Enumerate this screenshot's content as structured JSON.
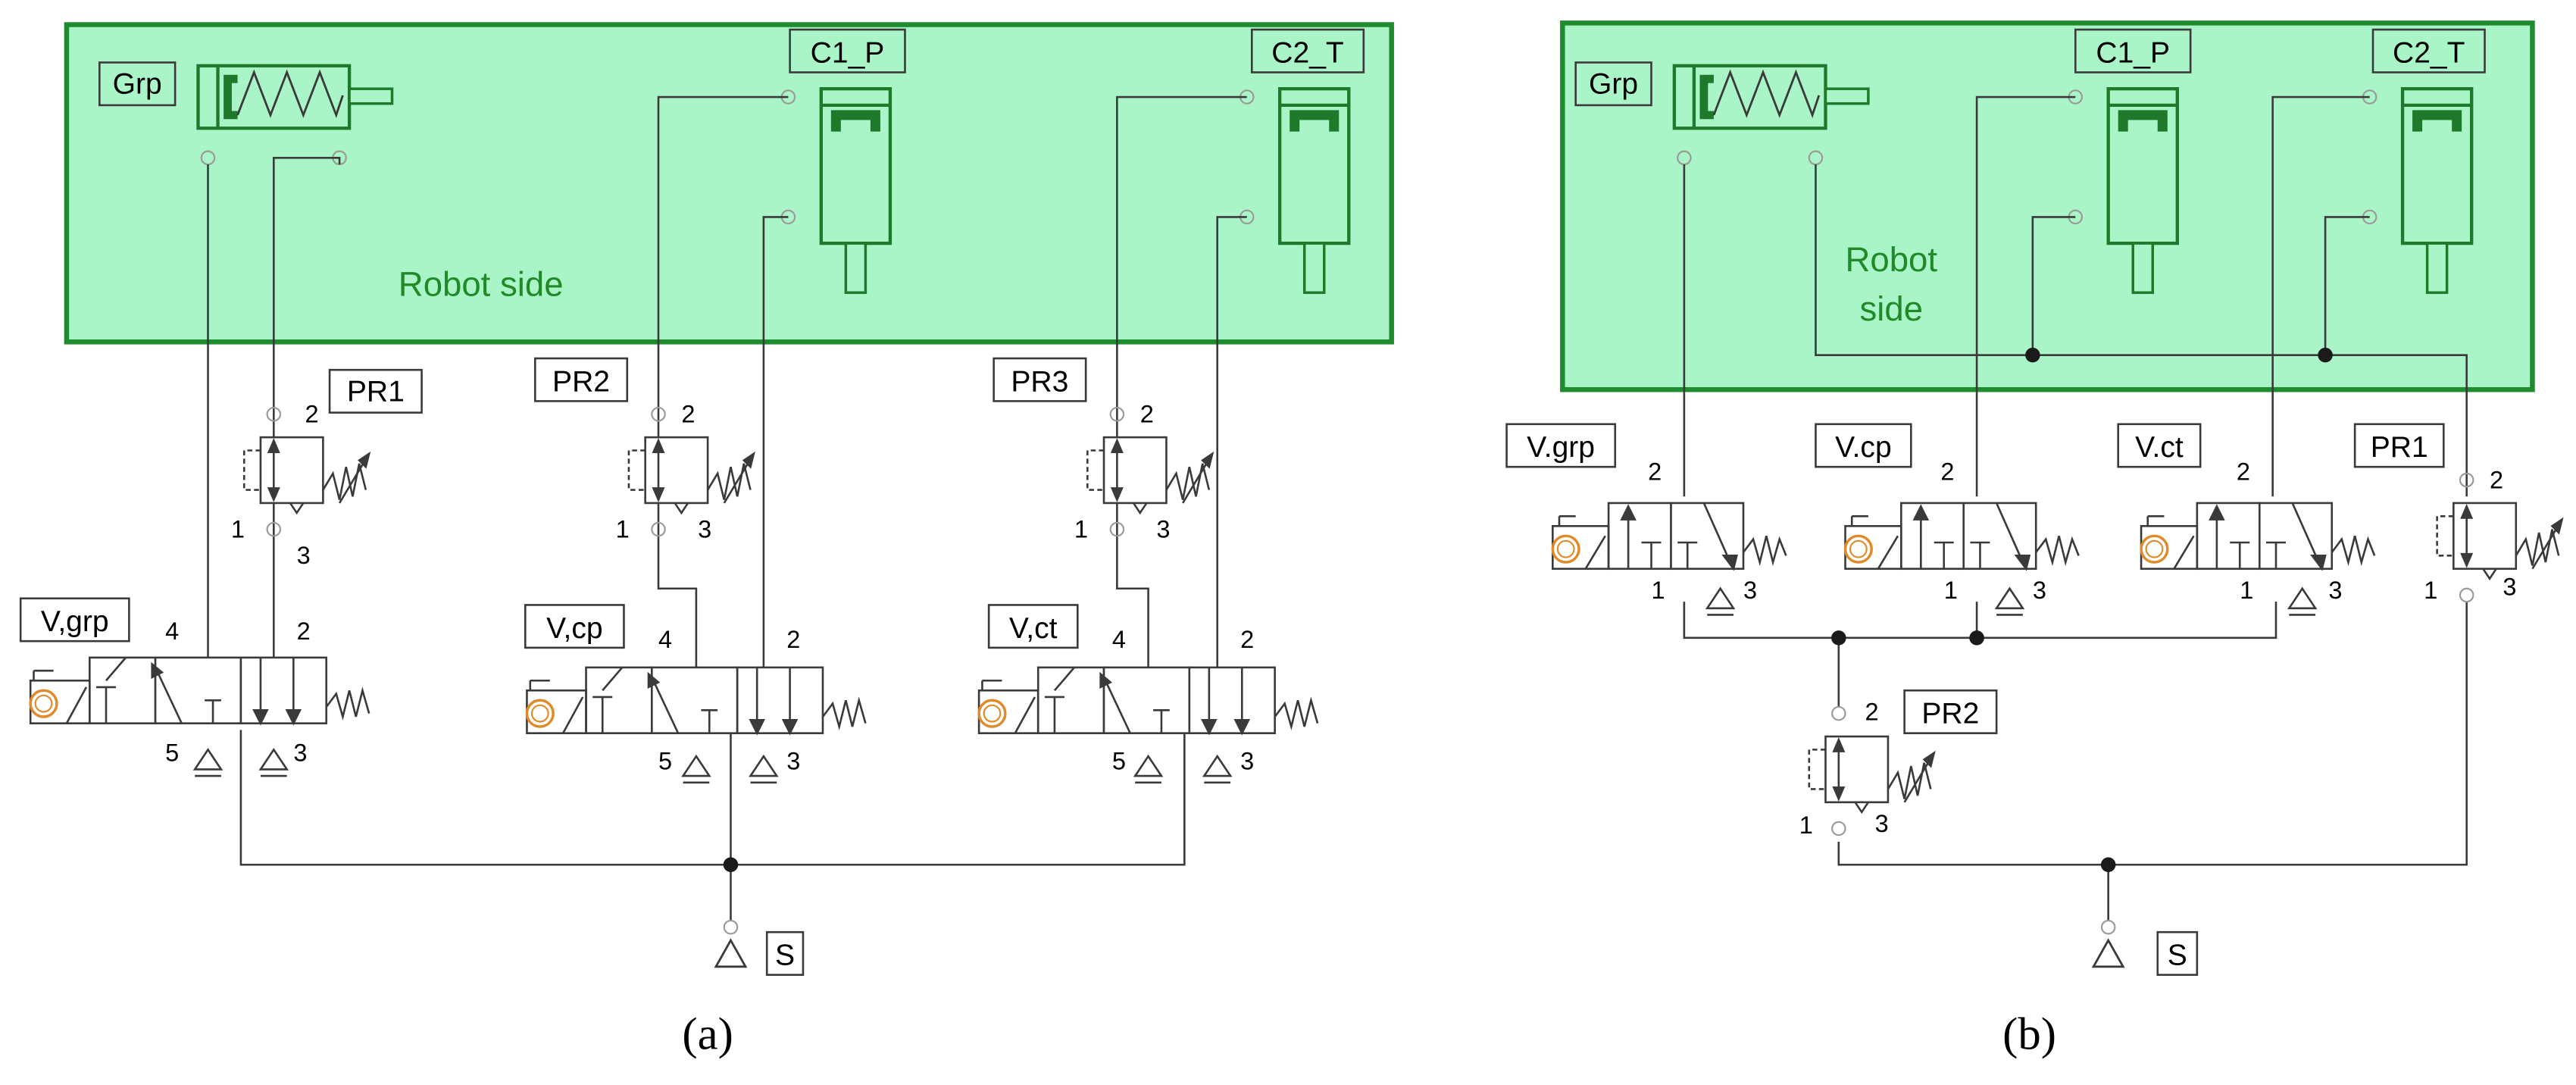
{
  "colors": {
    "wire": "#3a3a3a",
    "robot_fill": "#aaf5c8",
    "robot_border": "#1e8c2e",
    "robot_text": "#1f8a27",
    "port": "#9a9a9a",
    "actuator": "#1e7a2a",
    "solenoid_ring": "#e08a2a"
  },
  "panel_a": {
    "robot_label": "Robot side",
    "actuators": {
      "grp": "Grp",
      "c1": "C1_P",
      "c2": "C2_T"
    },
    "regulators": {
      "pr1": "PR1",
      "pr2": "PR2",
      "pr3": "PR3"
    },
    "valves": {
      "v1": "V,grp",
      "v2": "V,cp",
      "v3": "V,ct"
    },
    "supply": "S",
    "ports": {
      "p1": "1",
      "p2": "2",
      "p3": "3",
      "p4": "4",
      "p5": "5"
    },
    "caption": "(a)"
  },
  "panel_b": {
    "robot_label_1": "Robot",
    "robot_label_2": "side",
    "actuators": {
      "grp": "Grp",
      "c1": "C1_P",
      "c2": "C2_T"
    },
    "valves": {
      "v1": "V.grp",
      "v2": "V.cp",
      "v3": "V.ct"
    },
    "regulators": {
      "pr1": "PR1",
      "pr2": "PR2"
    },
    "supply": "S",
    "ports": {
      "p1": "1",
      "p2": "2",
      "p3": "3"
    },
    "caption": "(b)"
  }
}
